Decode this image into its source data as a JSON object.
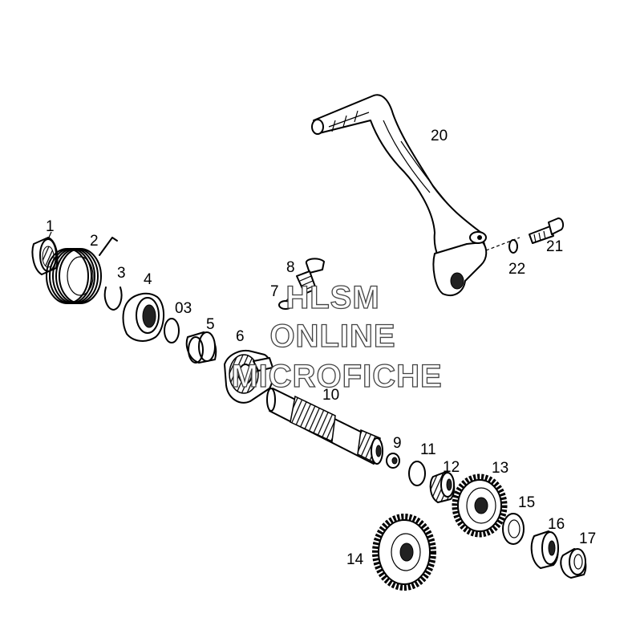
{
  "diagram": {
    "parts": [
      {
        "id": "kickstart-lever",
        "number": "20"
      },
      {
        "id": "screw",
        "number": "21"
      },
      {
        "id": "washer-22",
        "number": "22"
      },
      {
        "id": "bolt",
        "number": "8"
      },
      {
        "id": "washer-7",
        "number": "7"
      },
      {
        "id": "ratchet-1",
        "number": "1"
      },
      {
        "id": "spring",
        "number": "2"
      },
      {
        "id": "circlip-3",
        "number": "3"
      },
      {
        "id": "disc-4",
        "number": "4"
      },
      {
        "id": "ring-03",
        "number": "03"
      },
      {
        "id": "ring-5",
        "number": "5"
      },
      {
        "id": "ratchet-gear-6",
        "number": "6"
      },
      {
        "id": "shaft-10",
        "number": "10"
      },
      {
        "id": "washer-9",
        "number": "9"
      },
      {
        "id": "washer-11",
        "number": "11"
      },
      {
        "id": "needle-bearing-12",
        "number": "12"
      },
      {
        "id": "gear-13",
        "number": "13"
      },
      {
        "id": "gear-14",
        "number": "14"
      },
      {
        "id": "washer-15",
        "number": "15"
      },
      {
        "id": "bushing-16",
        "number": "16"
      },
      {
        "id": "seal-17",
        "number": "17"
      }
    ]
  },
  "watermark": {
    "line1": "HLSM",
    "line2": "ONLINE",
    "line3": "MICROFICHE"
  }
}
